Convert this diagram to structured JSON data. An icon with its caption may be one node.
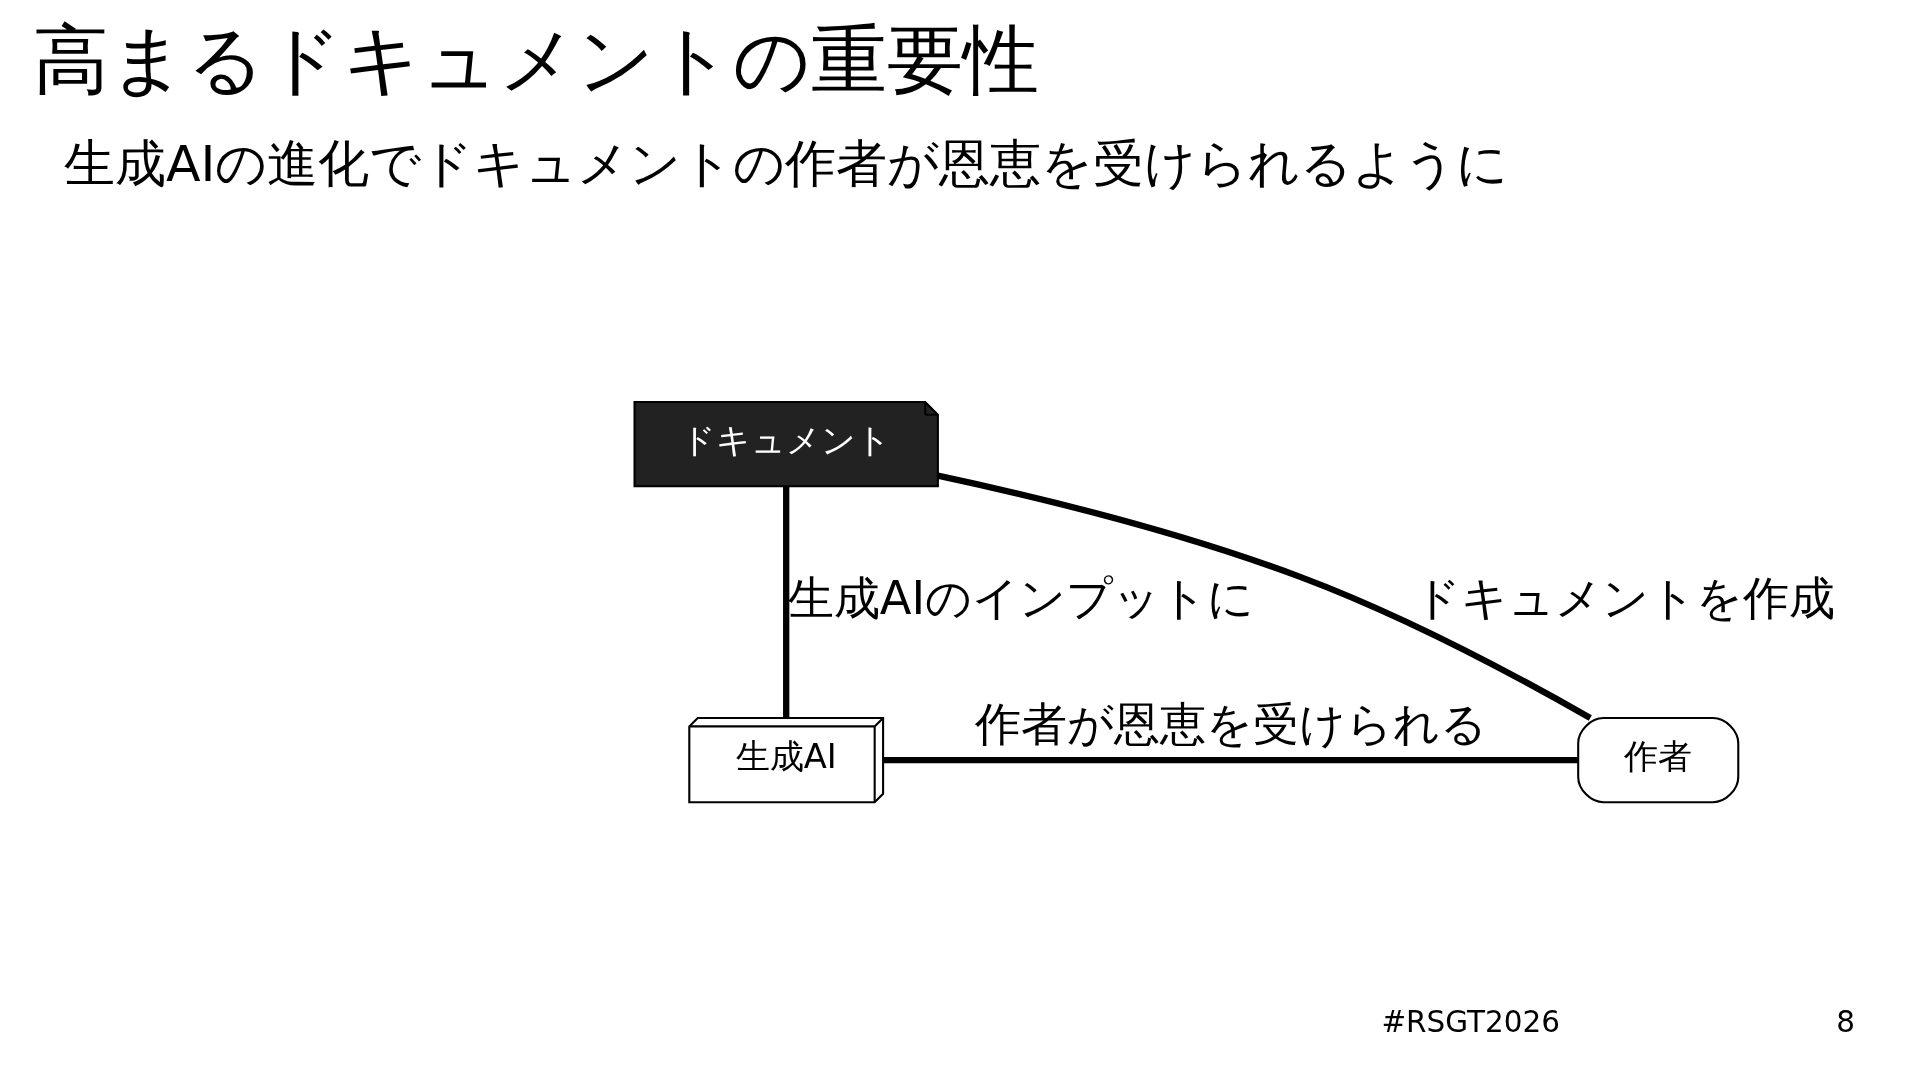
{
  "diagram": {
    "title": "高まるドキュメントの重要性",
    "nodes": [
      {
        "text": [
          "ドキュメント"
        ]
      },
      {
        "text": [
          "作者"
        ]
      },
      {
        "text": [
          "生成AI"
        ]
      }
    ],
    "edges": [
      {
        "from": 1,
        "to": 0,
        "arrow": "none",
        "label": "ドキュメントを作成"
      },
      {
        "from": 0,
        "to": 2,
        "arrow": "none",
        "label": "生成AIのインプットに"
      },
      {
        "from": 2,
        "to": 1,
        "arrow": "none",
        "label": "作者が恩恵を受けられる"
      }
    ],
    "labels": [
      "生成AIの進化でドキュメントの作者が恩恵を受けられるように",
      "#RSGT2026",
      "8"
    ]
  }
}
